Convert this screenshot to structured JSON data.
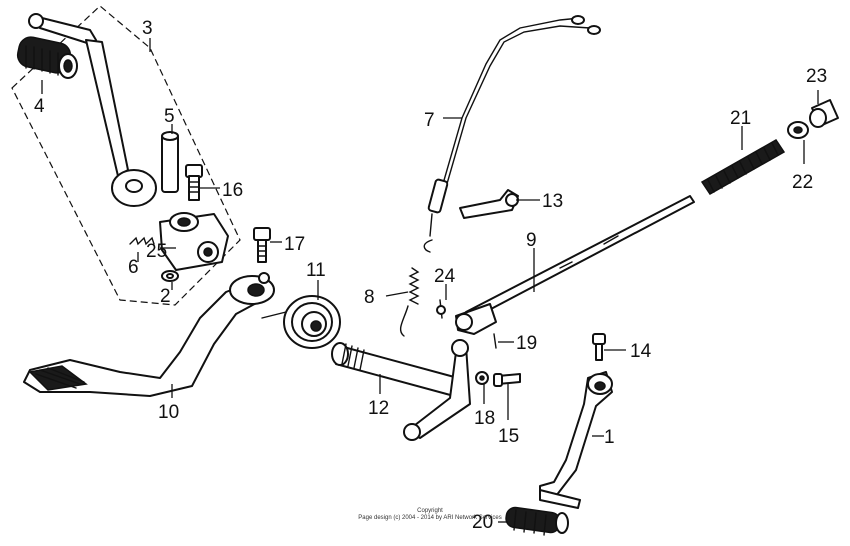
{
  "callouts": [
    {
      "id": "1",
      "label": "1"
    },
    {
      "id": "2",
      "label": "2"
    },
    {
      "id": "3",
      "label": "3"
    },
    {
      "id": "4",
      "label": "4"
    },
    {
      "id": "5",
      "label": "5"
    },
    {
      "id": "6",
      "label": "6"
    },
    {
      "id": "7",
      "label": "7"
    },
    {
      "id": "8",
      "label": "8"
    },
    {
      "id": "9",
      "label": "9"
    },
    {
      "id": "10",
      "label": "10"
    },
    {
      "id": "11",
      "label": "11"
    },
    {
      "id": "12",
      "label": "12"
    },
    {
      "id": "13",
      "label": "13"
    },
    {
      "id": "14",
      "label": "14"
    },
    {
      "id": "15",
      "label": "15"
    },
    {
      "id": "16",
      "label": "16"
    },
    {
      "id": "17",
      "label": "17"
    },
    {
      "id": "18",
      "label": "18"
    },
    {
      "id": "19",
      "label": "19"
    },
    {
      "id": "20",
      "label": "20"
    },
    {
      "id": "21",
      "label": "21"
    },
    {
      "id": "22",
      "label": "22"
    },
    {
      "id": "23",
      "label": "23"
    },
    {
      "id": "24",
      "label": "24"
    },
    {
      "id": "25",
      "label": "25"
    }
  ],
  "copyright": {
    "line1": "Copyright",
    "line2": "Page design (c) 2004 - 2014 by ARI Network Services"
  }
}
